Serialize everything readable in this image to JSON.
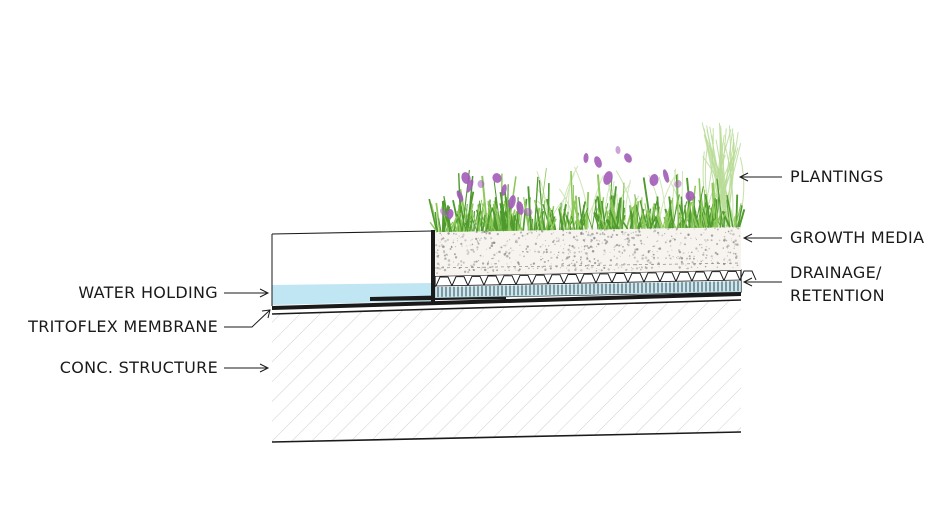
{
  "labels": {
    "plantings": "PLANTINGS",
    "growth_media": "GROWTH MEDIA",
    "drainage_line1": "DRAINAGE/",
    "drainage_line2": "RETENTION",
    "water_holding": "WATER HOLDING",
    "membrane": "TRITOFLEX MEMBRANE",
    "structure": "CONC. STRUCTURE"
  },
  "colors": {
    "water": "#bfe6f2",
    "line": "#1a1a1a",
    "hatch": "#c9c9c9",
    "grass_dark": "#4e9a2e",
    "grass_light": "#8cc85a",
    "flower": "#a25bb8",
    "soil_dot": "#8a8a8a"
  }
}
